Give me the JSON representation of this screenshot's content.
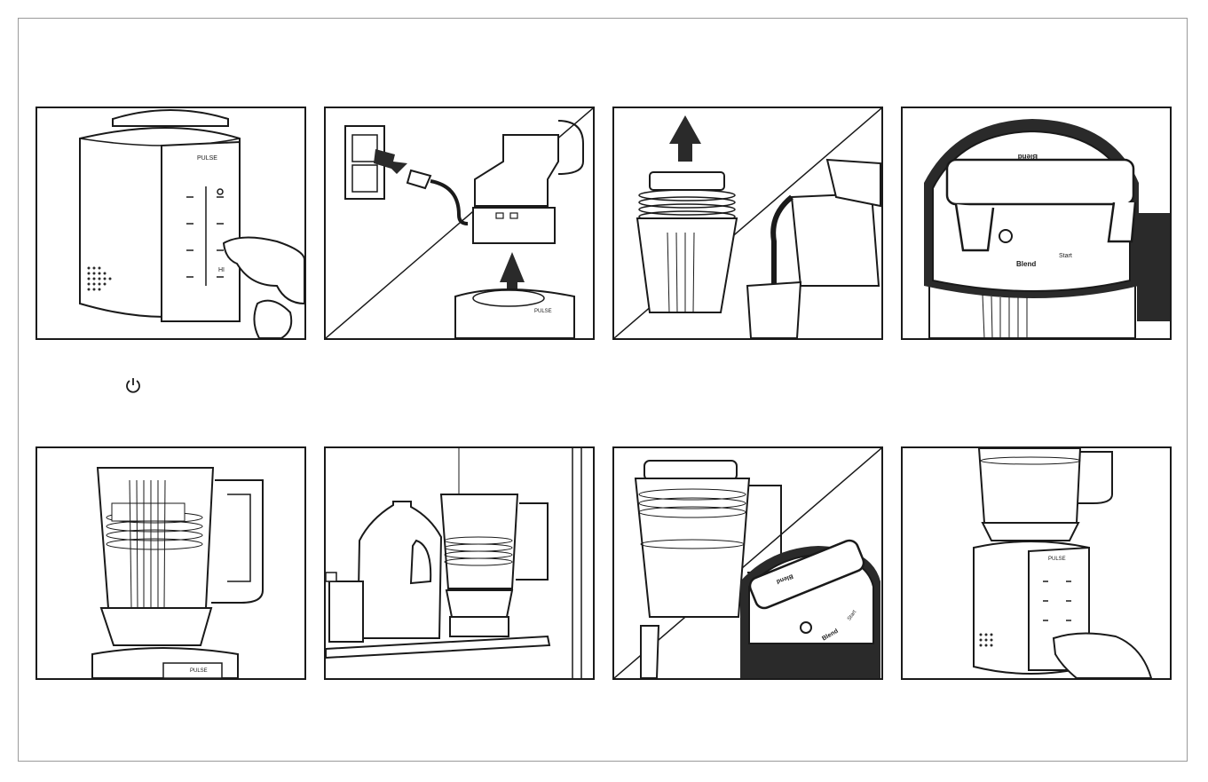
{
  "illustrations": [
    {
      "id": "press-button-control-panel",
      "labels": [
        "PULSE",
        "HI"
      ]
    },
    {
      "id": "unplug-and-lift-jar",
      "labels": [
        "PULSE"
      ]
    },
    {
      "id": "remove-lid-and-pour",
      "labels": []
    },
    {
      "id": "lid-top-view",
      "labels": [
        "Blend",
        "Blend",
        "Start"
      ]
    },
    {
      "id": "jar-on-base",
      "labels": [
        "PULSE"
      ]
    },
    {
      "id": "jar-in-refrigerator",
      "labels": []
    },
    {
      "id": "jar-with-lid-and-lid-closeup",
      "labels": [
        "Blend",
        "Blend",
        "Start"
      ]
    },
    {
      "id": "press-button-jar-on-base",
      "labels": [
        "PULSE"
      ]
    }
  ],
  "icons": {
    "power": "power-icon"
  },
  "colors": {
    "line": "#1a1a1a",
    "frame": "#9a9a9a",
    "fill_dark": "#2a2a2a",
    "fill_light": "#f4f4f4"
  }
}
